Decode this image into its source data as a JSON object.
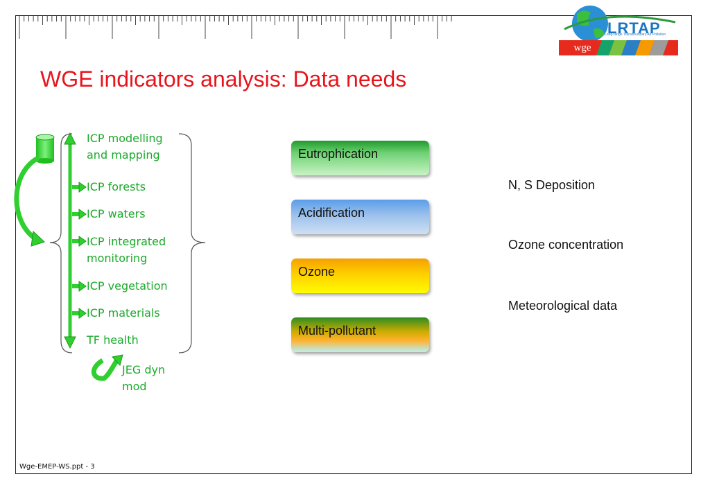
{
  "title": "WGE indicators analysis: Data needs",
  "logo": {
    "name": "LRTAP",
    "tagline": "Long-range Transboundary Air Pollution",
    "wge": "wge",
    "banner_colors": [
      "#e62b1e",
      "#16a36a",
      "#7cc242",
      "#2b7fc5",
      "#f59a00",
      "#9c9c9c",
      "#e62b1e"
    ]
  },
  "icp_programmes": [
    [
      "ICP modelling",
      "and mapping"
    ],
    [
      "ICP forests"
    ],
    [
      "ICP waters"
    ],
    [
      "ICP integrated",
      "monitoring"
    ],
    [
      "ICP vegetation"
    ],
    [
      "ICP materials"
    ],
    [
      "TF health"
    ]
  ],
  "jeg": [
    "JEG dyn",
    "mod"
  ],
  "effects": [
    {
      "label": "Eutrophication"
    },
    {
      "label": "Acidification"
    },
    {
      "label": "Ozone"
    },
    {
      "label": "Multi-pollutant"
    }
  ],
  "data_needs": [
    "N, S Deposition",
    "Ozone concentration",
    "Meteorological data"
  ],
  "footer": "Wge-EMEP-WS.ppt - 3",
  "colors": {
    "title": "#e8141c",
    "icp_text": "#1aaa2a",
    "arrow_green": "#33dd33"
  }
}
